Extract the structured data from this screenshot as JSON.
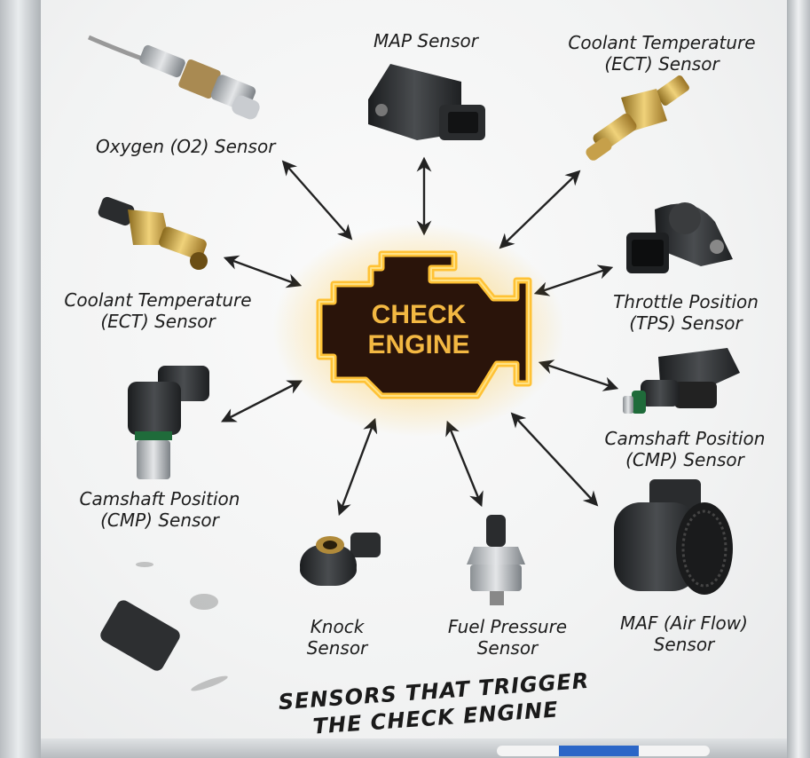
{
  "center": {
    "line1": "CHECK",
    "line2": "ENGINE"
  },
  "sensors": [
    {
      "id": "o2",
      "line1": "Oxygen (O2) Sensor",
      "line2": ""
    },
    {
      "id": "map",
      "line1": "MAP Sensor",
      "line2": ""
    },
    {
      "id": "ect_right",
      "line1": "Coolant Temperature",
      "line2": "(ECT) Sensor"
    },
    {
      "id": "ect_left",
      "line1": "Coolant Temperature",
      "line2": "(ECT) Sensor"
    },
    {
      "id": "tps",
      "line1": "Throttle Position",
      "line2": "(TPS) Sensor"
    },
    {
      "id": "cmp_left",
      "line1": "Camshaft Position",
      "line2": "(CMP) Sensor"
    },
    {
      "id": "cmp_right",
      "line1": "Camshaft Position",
      "line2": "(CMP) Sensor"
    },
    {
      "id": "knock",
      "line1": "Knock",
      "line2": "Sensor"
    },
    {
      "id": "fuel",
      "line1": "Fuel Pressure",
      "line2": "Sensor"
    },
    {
      "id": "maf",
      "line1": "MAF (Air Flow)",
      "line2": "Sensor"
    }
  ],
  "footer": {
    "line1": "SENSORS THAT TRIGGER",
    "line2": "THE CHECK ENGINE"
  },
  "colors": {
    "glow": "#ffb400",
    "engine_fill": "#2a140a",
    "engine_text": "#f0b43c",
    "arrow": "#222222"
  },
  "icons": [
    "o2-sensor-icon",
    "map-sensor-icon",
    "coolant-sensor-icon",
    "throttle-sensor-icon",
    "camshaft-sensor-icon",
    "knock-sensor-icon",
    "fuel-pressure-sensor-icon",
    "maf-sensor-icon",
    "check-engine-icon",
    "eraser-icon",
    "marker-icon"
  ]
}
